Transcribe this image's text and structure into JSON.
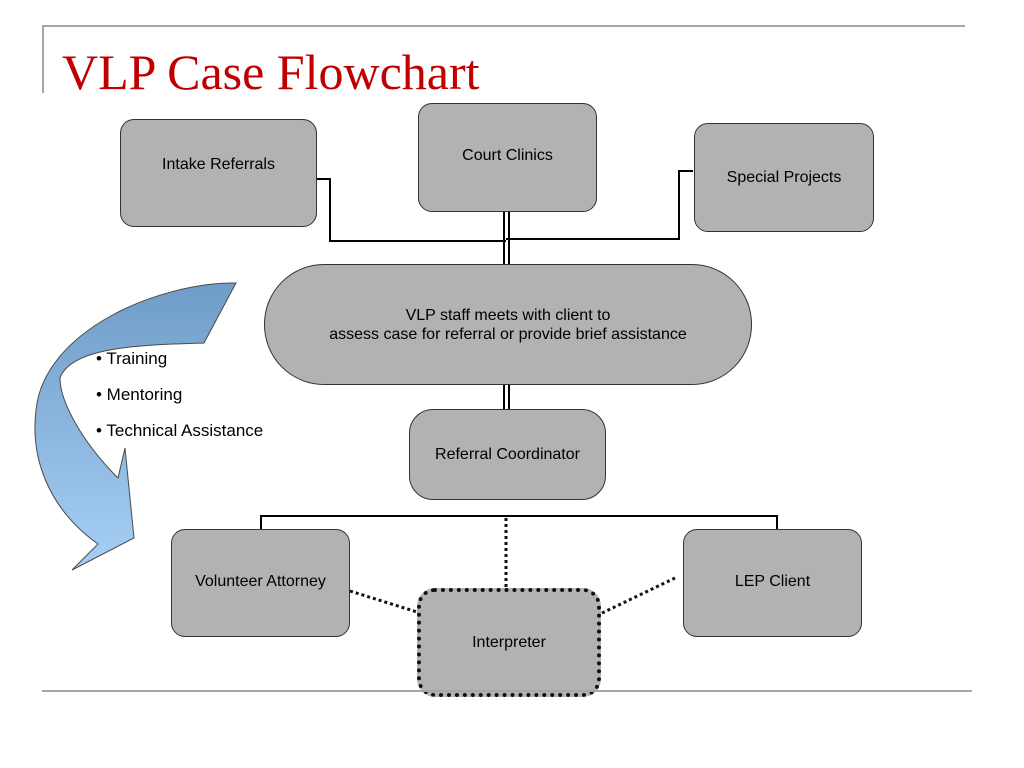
{
  "slide": {
    "title": "VLP Case Flowchart"
  },
  "nodes": {
    "intake_referrals": "Intake Referrals",
    "court_clinics": "Court Clinics",
    "special_projects": "Special Projects",
    "vlp_staff_line1": "VLP staff meets with client to",
    "vlp_staff_line2": "assess case for referral or provide brief assistance",
    "referral_coordinator": "Referral Coordinator",
    "volunteer_attorney": "Volunteer Attorney",
    "lep_client": "LEP Client",
    "interpreter": "Interpreter"
  },
  "bullets": [
    "• Training",
    "• Mentoring",
    "• Technical Assistance"
  ],
  "colors": {
    "title": "#c00000",
    "node_fill": "#b2b2b2",
    "arrow_top": "#6f9cc8",
    "arrow_bottom": "#a6cff5"
  }
}
